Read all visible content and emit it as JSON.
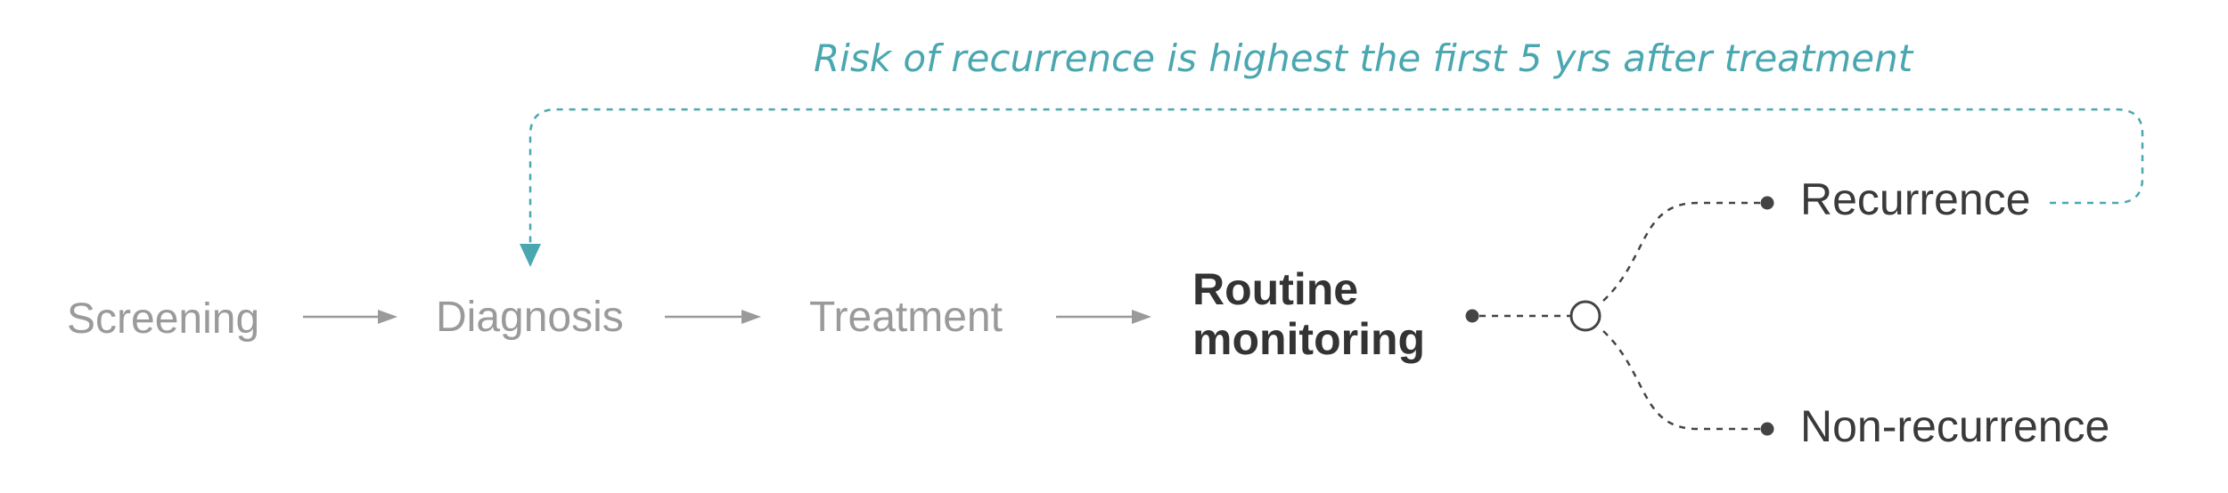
{
  "stages": {
    "screening": "Screening",
    "diagnosis": "Diagnosis",
    "treatment": "Treatment",
    "routine_line1": "Routine",
    "routine_line2": "monitoring"
  },
  "outcomes": {
    "recurrence": "Recurrence",
    "non_recurrence": "Non-recurrence"
  },
  "feedback_note": "Risk of recurrence is highest the first 5 yrs after treatment",
  "colors": {
    "muted": "#9a9a9a",
    "active": "#333333",
    "accent": "#4aa7b0",
    "dashed": "#444444"
  }
}
